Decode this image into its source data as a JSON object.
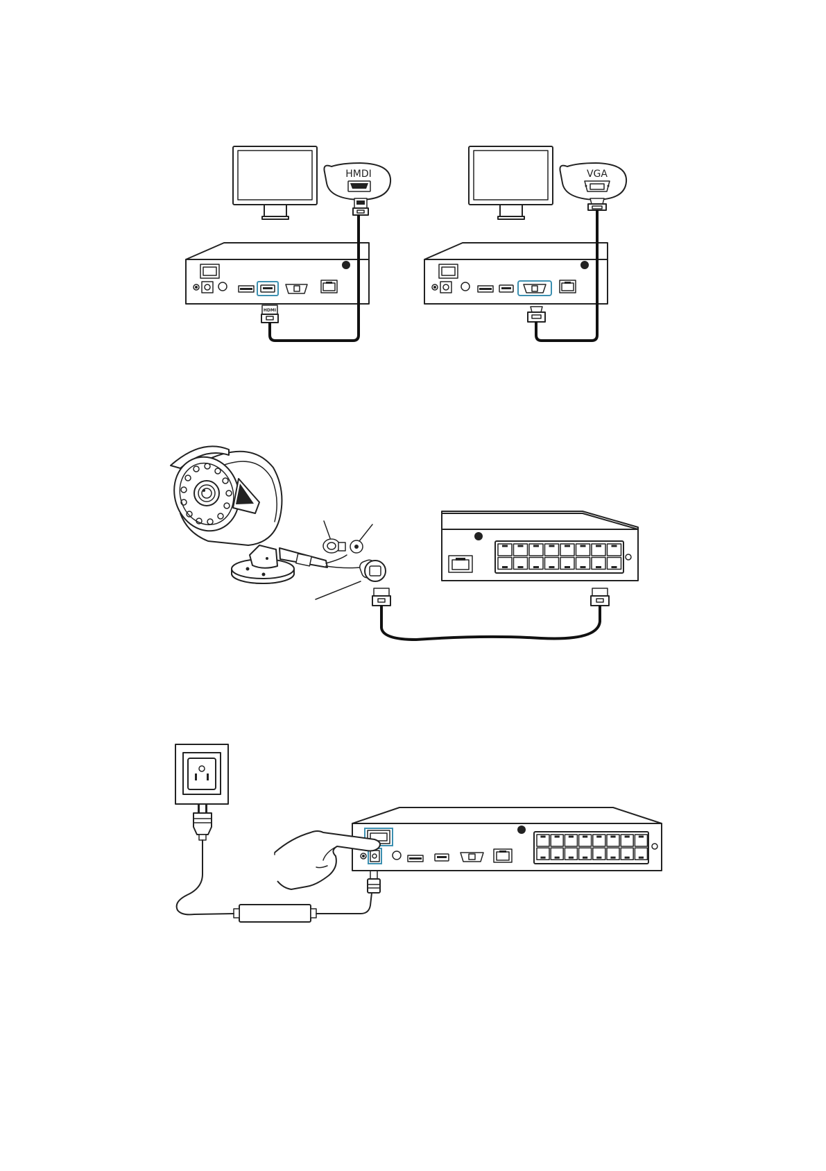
{
  "labels": {
    "hdmi_bubble": "HMDI",
    "vga_bubble": "VGA",
    "hdmi_plug": "HDMI"
  },
  "colors": {
    "line": "#222222",
    "highlight": "#3b8fb0",
    "background": "#ffffff"
  },
  "icons": [
    "monitor-icon",
    "nvr-recorder-icon",
    "hdmi-plug-icon",
    "vga-plug-icon",
    "bullet-camera-icon",
    "ethernet-plug-icon",
    "poe-switch-icon",
    "wall-outlet-icon",
    "power-plug-icon",
    "power-adapter-icon",
    "hand-pointer-icon"
  ]
}
